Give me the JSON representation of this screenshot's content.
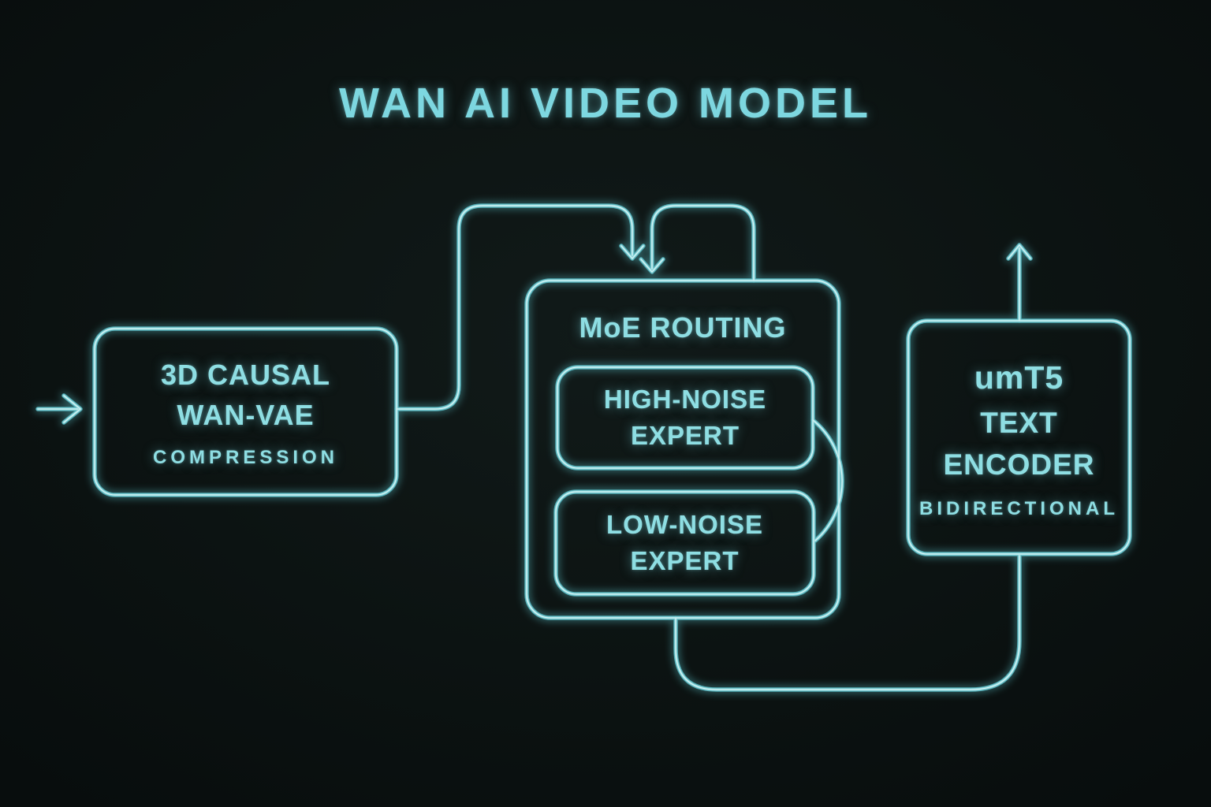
{
  "title": "WAN AI VIDEO MODEL",
  "colors": {
    "background": "#0c1312",
    "accent": "#7cd2d8",
    "text": "#8edee3"
  },
  "nodes": {
    "vae": {
      "line1": "3D CAUSAL",
      "line2": "WAN-VAE",
      "subtitle": "COMPRESSION"
    },
    "moe": {
      "title": "MoE ROUTING",
      "experts": [
        {
          "line1": "HIGH-NOISE",
          "line2": "EXPERT"
        },
        {
          "line1": "LOW-NOISE",
          "line2": "EXPERT"
        }
      ]
    },
    "encoder": {
      "line1": "umT5",
      "line2": "TEXT",
      "line3": "ENCODER",
      "subtitle": "BIDIRECTIONAL"
    }
  },
  "connectors": [
    {
      "name": "input-arrow",
      "description": "arrow entering 3D Causal Wan-VAE from the left"
    },
    {
      "name": "vae-to-moe-connector",
      "description": "line from Wan-VAE right side up and over into top of MoE Routing, arrowhead down"
    },
    {
      "name": "moe-self-loop-arrow",
      "description": "loop out of MoE Routing top back into its own top, arrowhead down"
    },
    {
      "name": "expert-swap-arc",
      "description": "arc joining right edges of high-noise and low-noise expert boxes"
    },
    {
      "name": "moe-to-encoder-connector",
      "description": "line from MoE Routing bottom across to bottom of umT5 Text Encoder"
    },
    {
      "name": "encoder-output-arrow",
      "description": "arrow leaving top of umT5 Text Encoder upward"
    }
  ]
}
